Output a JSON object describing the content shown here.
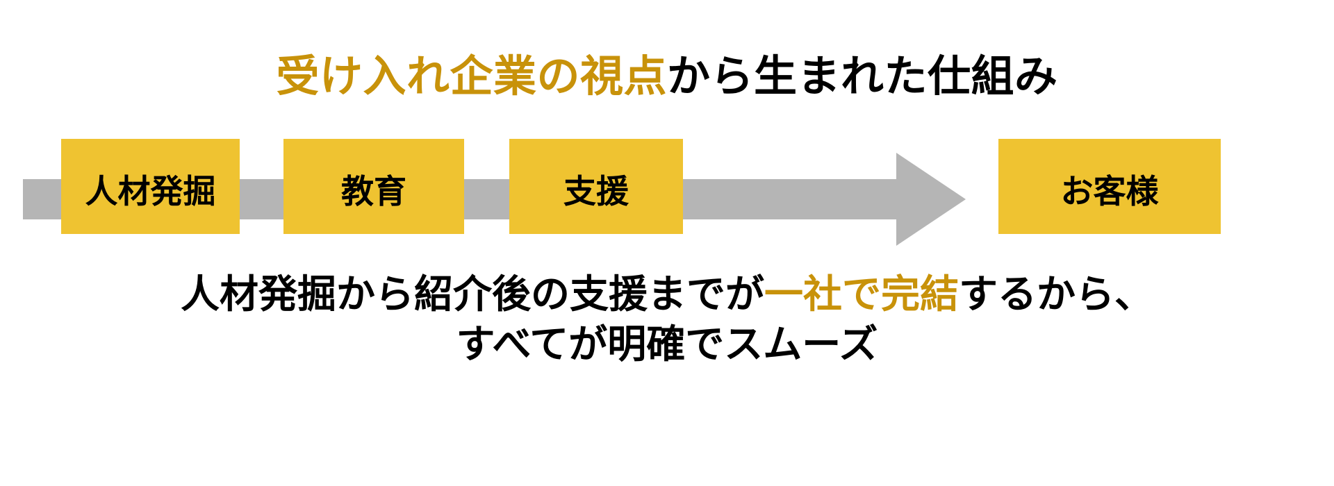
{
  "headline": {
    "accent_text": "受け入れ企業の視点",
    "plain_text": "から生まれた仕組み",
    "accent_color": "#c8920a",
    "plain_color": "#000000"
  },
  "flow": {
    "arrow_color": "#b5b5b5",
    "box_color": "#efc331",
    "box_text_color": "#000000",
    "steps": [
      {
        "label": "人材発掘"
      },
      {
        "label": "教育"
      },
      {
        "label": "支援"
      },
      {
        "label": "お客様"
      }
    ]
  },
  "caption": {
    "line1_pre": "人材発掘から紹介後の支援までが",
    "line1_accent": "一社で完結",
    "line1_post": "するから、",
    "line2": "すべてが明確でスムーズ",
    "accent_color": "#c8920a",
    "text_color": "#000000"
  }
}
